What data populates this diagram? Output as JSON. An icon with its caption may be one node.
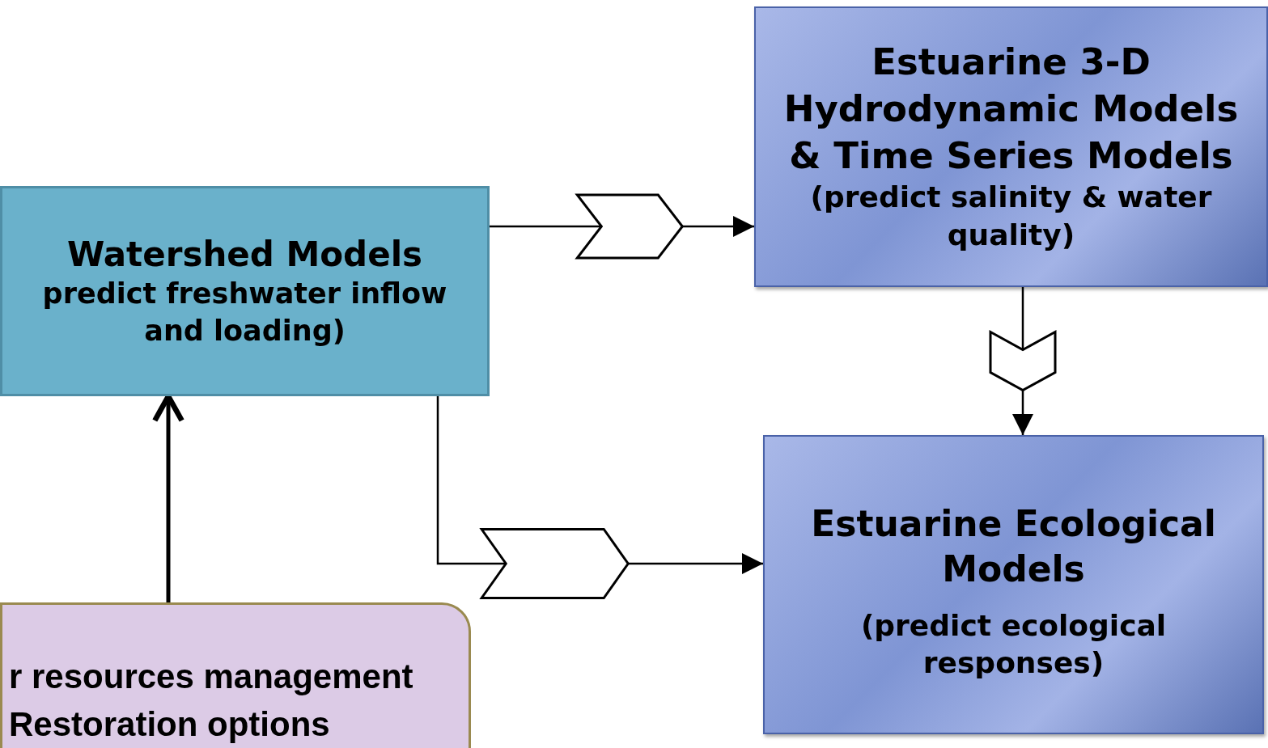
{
  "diagram": {
    "nodes": [
      {
        "text": [
          "Watershed Models",
          "predict freshwater inflow and loading)"
        ]
      },
      {
        "text": [
          "Estuarine 3-D Hydrodynamic Models & Time Series Models",
          "(predict salinity & water quality)"
        ]
      },
      {
        "text": [
          "Estuarine Ecological Models",
          "(predict ecological responses)"
        ]
      },
      {
        "text": [
          "r resources management Restoration options"
        ]
      }
    ],
    "edges": [
      {
        "from": 0,
        "to": 1,
        "arrow": "to"
      },
      {
        "from": 1,
        "to": 2,
        "arrow": "to"
      },
      {
        "from": 0,
        "to": 2,
        "arrow": "to"
      },
      {
        "from": 3,
        "to": 0,
        "arrow": "to",
        "style": "thick"
      }
    ]
  }
}
